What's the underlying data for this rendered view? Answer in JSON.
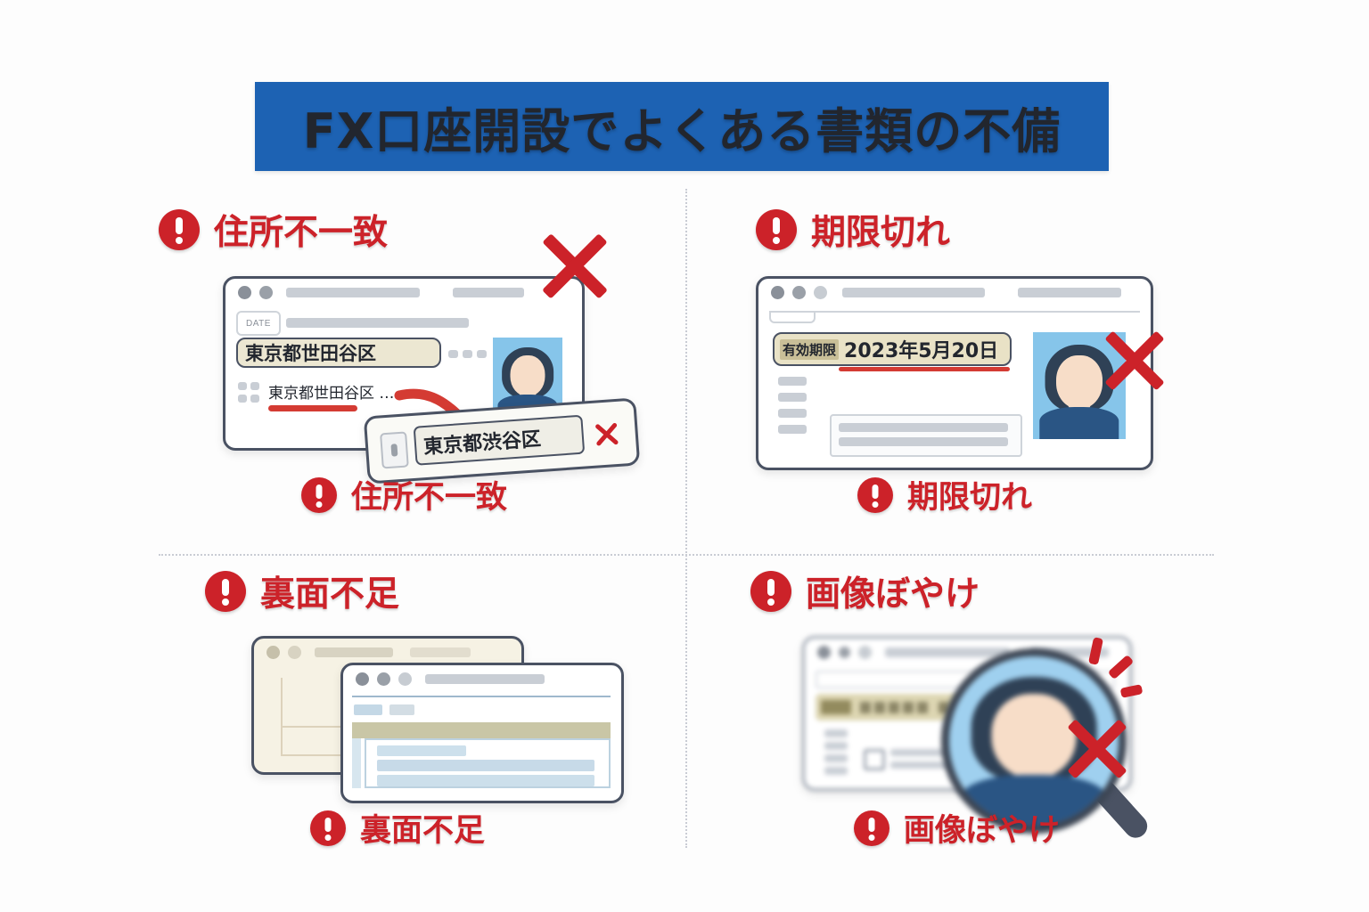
{
  "page": {
    "background_color": "#fdfdfd",
    "title_banner": {
      "text": "FX口座開設でよくある書類の不備",
      "background_color": "#1d62b3",
      "text_color": "#ffffff"
    },
    "accent_colors": {
      "warning_red": "#cc2229",
      "banner_blue": "#1d62b3",
      "card_outline": "#4a5263",
      "highlight_band": "#ece7d2"
    }
  },
  "quadrants": [
    {
      "id": "address-mismatch",
      "heading": "住所不一致",
      "caption": "住所不一致",
      "icon": "exclamation-circle-icon",
      "document": {
        "date_field_label": "DATE",
        "highlight_address": "東京都世田谷区",
        "body_address": "東京都世田谷区 …",
        "overlay_card_address": "東京都渋谷区",
        "overlay_mark": "✕"
      }
    },
    {
      "id": "expired",
      "heading": "期限切れ",
      "caption": "期限切れ",
      "icon": "exclamation-circle-icon",
      "document": {
        "expiry_label": "有効期限",
        "expiry_date": "2023年5月20日",
        "mark": "✕"
      }
    },
    {
      "id": "missing-back-side",
      "heading": "裏面不足",
      "caption": "裏面不足",
      "icon": "exclamation-circle-icon",
      "document": {
        "back_card_note": "",
        "front_card_note": ""
      }
    },
    {
      "id": "blurry-image",
      "heading": "画像ぼやけ",
      "caption": "画像ぼやけ",
      "icon": "exclamation-circle-icon",
      "document": {
        "mark": "✕"
      }
    }
  ]
}
